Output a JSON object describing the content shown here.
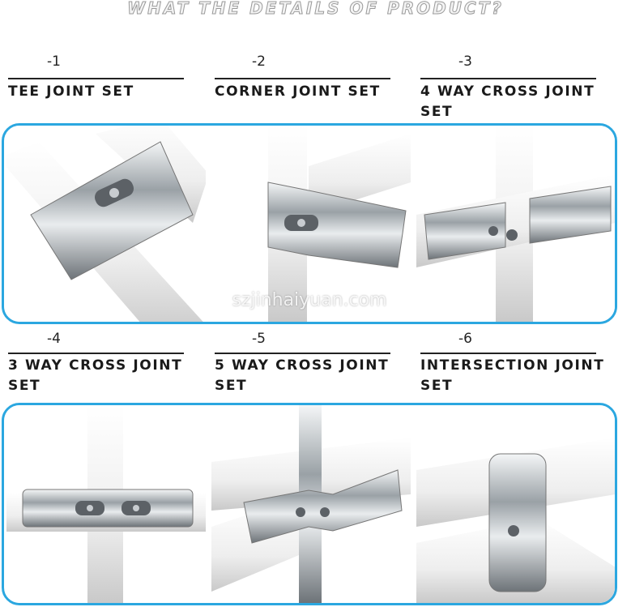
{
  "header": {
    "banner": "WHAT THE DETAILS OF PRODUCT?"
  },
  "watermark": "szjinhaiyuan.com",
  "colors": {
    "panel_border": "#2ba7e0",
    "tube": "#f2f2f2",
    "chrome": "#b9bfc4"
  },
  "products": [
    {
      "number": "-1",
      "title": "TEE JOINT SET"
    },
    {
      "number": "-2",
      "title": "CORNER JOINT SET"
    },
    {
      "number": "-3",
      "title": "4 WAY CROSS JOINT SET"
    },
    {
      "number": "-4",
      "title": "3 WAY CROSS JOINT SET"
    },
    {
      "number": "-5",
      "title": "5 WAY CROSS JOINT SET"
    },
    {
      "number": "-6",
      "title": "INTERSECTION JOINT SET"
    }
  ]
}
